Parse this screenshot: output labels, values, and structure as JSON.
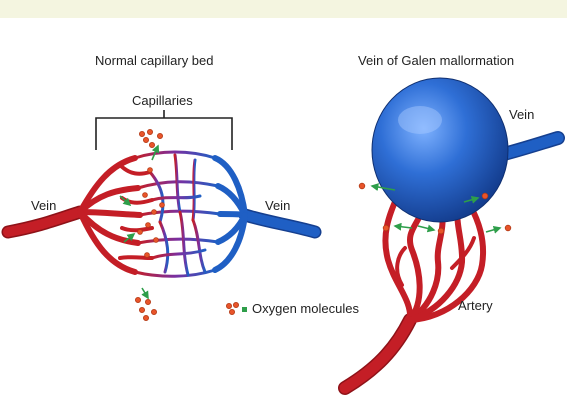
{
  "left_panel": {
    "title": "Normal capillary bed",
    "capillaries_label": "Capillaries",
    "left_vein_label": "Vein",
    "right_vein_label": "Vein"
  },
  "right_panel": {
    "title": "Vein of Galen mallormation",
    "vein_label": "Vein",
    "artery_label": "Artery"
  },
  "legend": {
    "label": "Oxygen molecules",
    "icon": "oxygen-molecule-icon"
  },
  "colors": {
    "artery_red": "#c41e26",
    "vein_blue": "#1f5fc4",
    "capillary_purple": "#7a2fa0",
    "oxygen_orange": "#e8542a",
    "arrow_green": "#2e9e4a",
    "background_band": "#f4f5e0"
  }
}
